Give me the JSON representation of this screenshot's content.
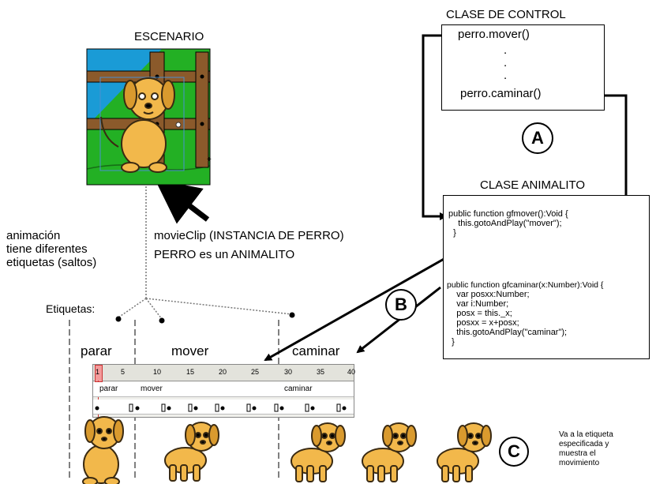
{
  "stage": {
    "title": "ESCENARIO"
  },
  "control_class": {
    "title": "CLASE DE CONTROL",
    "lines": [
      "perro.mover()",
      ".",
      ".",
      ".",
      "perro.caminar()"
    ]
  },
  "animal_class": {
    "title": "CLASE ANIMALITO",
    "mover_code": [
      "public function gfmover():Void {",
      "    this.gotoAndPlay(\"mover\");",
      "  }"
    ],
    "caminar_code": [
      "public function gfcaminar(x:Number):Void {",
      "    var posxx:Number;",
      "    var i:Number;",
      "    posx = this._x;",
      "    posxx = x+posx;",
      "    this.gotoAndPlay(\"caminar\");",
      "  }"
    ]
  },
  "markers": {
    "a": "A",
    "b": "B",
    "c": "C"
  },
  "annotations": {
    "animation_note": [
      "animación",
      "tiene diferentes",
      "etiquetas (saltos)"
    ],
    "movieclip_line1": "movieClip (INSTANCIA DE PERRO)",
    "movieclip_line2": "PERRO es un ANIMALITO",
    "labels_heading": "Etiquetas:",
    "goto_note": [
      "Va a la etiqueta",
      "especificada y",
      "muestra el",
      "movimiento"
    ]
  },
  "label_names": {
    "parar": "parar",
    "mover": "mover",
    "caminar": "caminar"
  },
  "timeline": {
    "ticks": [
      "1",
      "5",
      "10",
      "15",
      "20",
      "25",
      "30",
      "35",
      "40"
    ],
    "frame_labels": [
      "parar",
      "mover",
      "caminar"
    ]
  },
  "colors": {
    "sky": "#1a9bd6",
    "grass": "#23b024",
    "fence": "#8b5a2b",
    "dog": "#f2b84b",
    "dog_outline": "#3a2a12"
  }
}
